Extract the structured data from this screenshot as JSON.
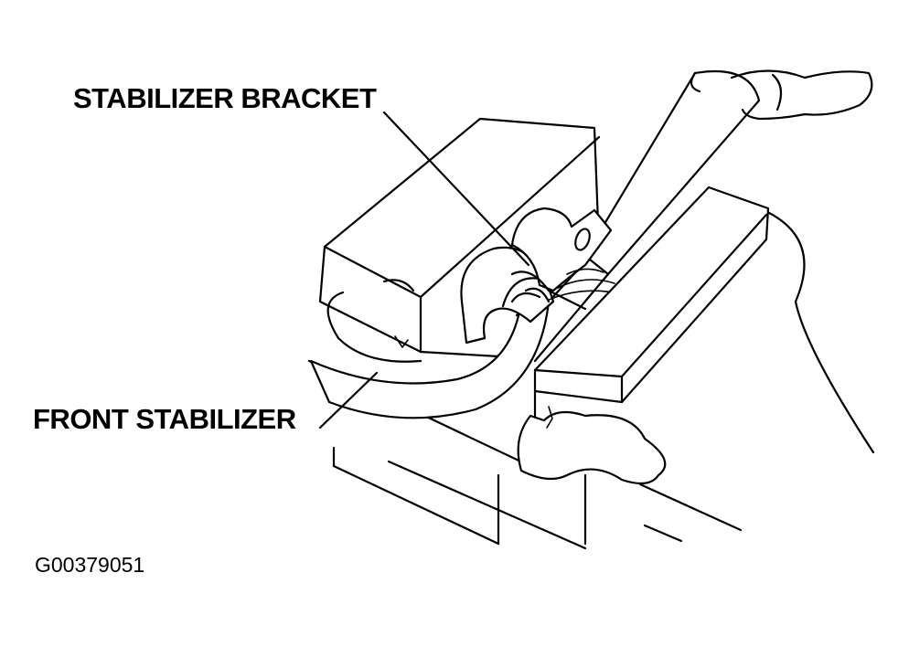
{
  "labels": {
    "stabilizer_bracket": "STABILIZER BRACKET",
    "front_stabilizer": "FRONT STABILIZER",
    "figure_id": "G00379051"
  },
  "colors": {
    "line": "#000000",
    "background": "#ffffff"
  }
}
